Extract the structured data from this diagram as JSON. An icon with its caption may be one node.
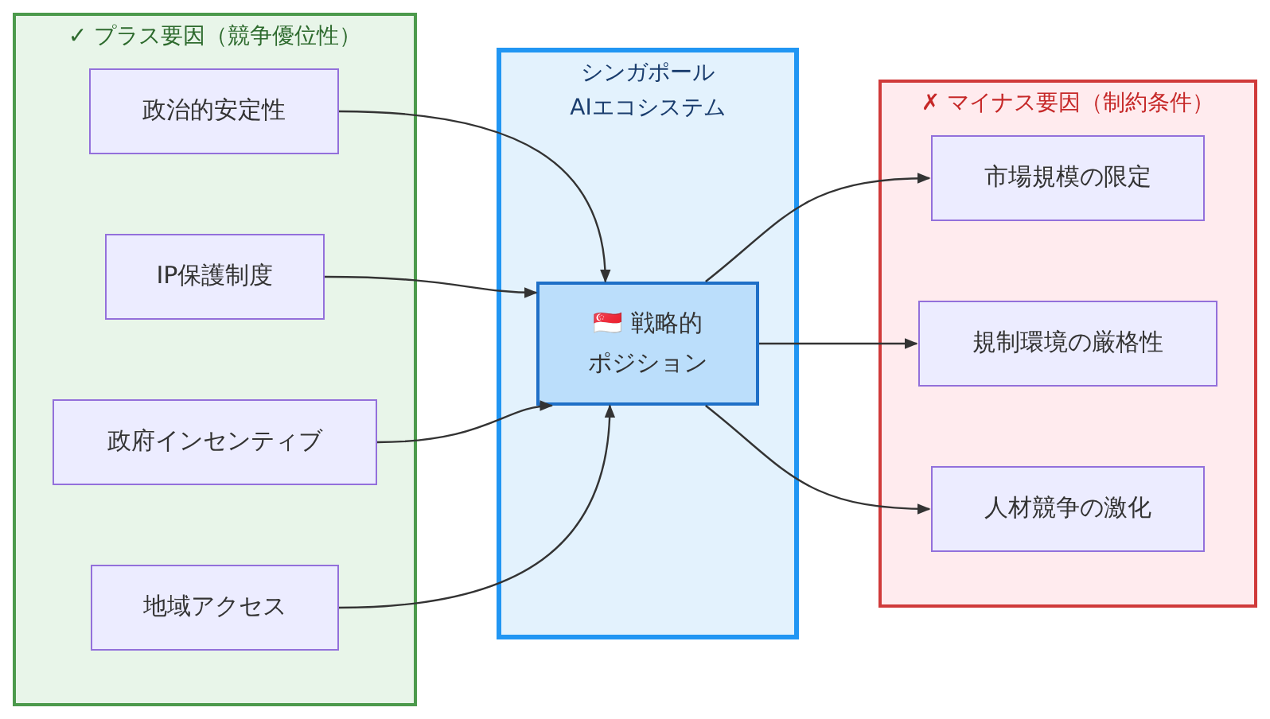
{
  "diagram": {
    "nodes": [
      {
        "text": [
          "✓ プラス要因（競争優位性）"
        ]
      },
      {
        "text": [
          "政治的安定性"
        ],
        "in": 0
      },
      {
        "text": [
          "IP保護制度"
        ],
        "in": 0
      },
      {
        "text": [
          "政府インセンティブ"
        ],
        "in": 0
      },
      {
        "text": [
          "地域アクセス"
        ],
        "in": 0
      },
      {
        "text": [
          "シンガポール AIエコシステム"
        ]
      },
      {
        "text": [
          "🇸🇬 戦略的ポジション"
        ],
        "in": 5
      },
      {
        "text": [
          "✗ マイナス要因（制約条件）"
        ]
      },
      {
        "text": [
          "市場規模の限定"
        ],
        "in": 7
      },
      {
        "text": [
          "規制環境の厳格性"
        ],
        "in": 7
      },
      {
        "text": [
          "人材競争の激化"
        ],
        "in": 7
      }
    ],
    "edges": [
      {
        "from": 1,
        "to": 6,
        "arrow": "to"
      },
      {
        "from": 2,
        "to": 6,
        "arrow": "to"
      },
      {
        "from": 3,
        "to": 6,
        "arrow": "to"
      },
      {
        "from": 4,
        "to": 6,
        "arrow": "to"
      },
      {
        "from": 6,
        "to": 8,
        "arrow": "to"
      },
      {
        "from": 6,
        "to": 9,
        "arrow": "to"
      },
      {
        "from": 6,
        "to": 10,
        "arrow": "to"
      }
    ]
  }
}
